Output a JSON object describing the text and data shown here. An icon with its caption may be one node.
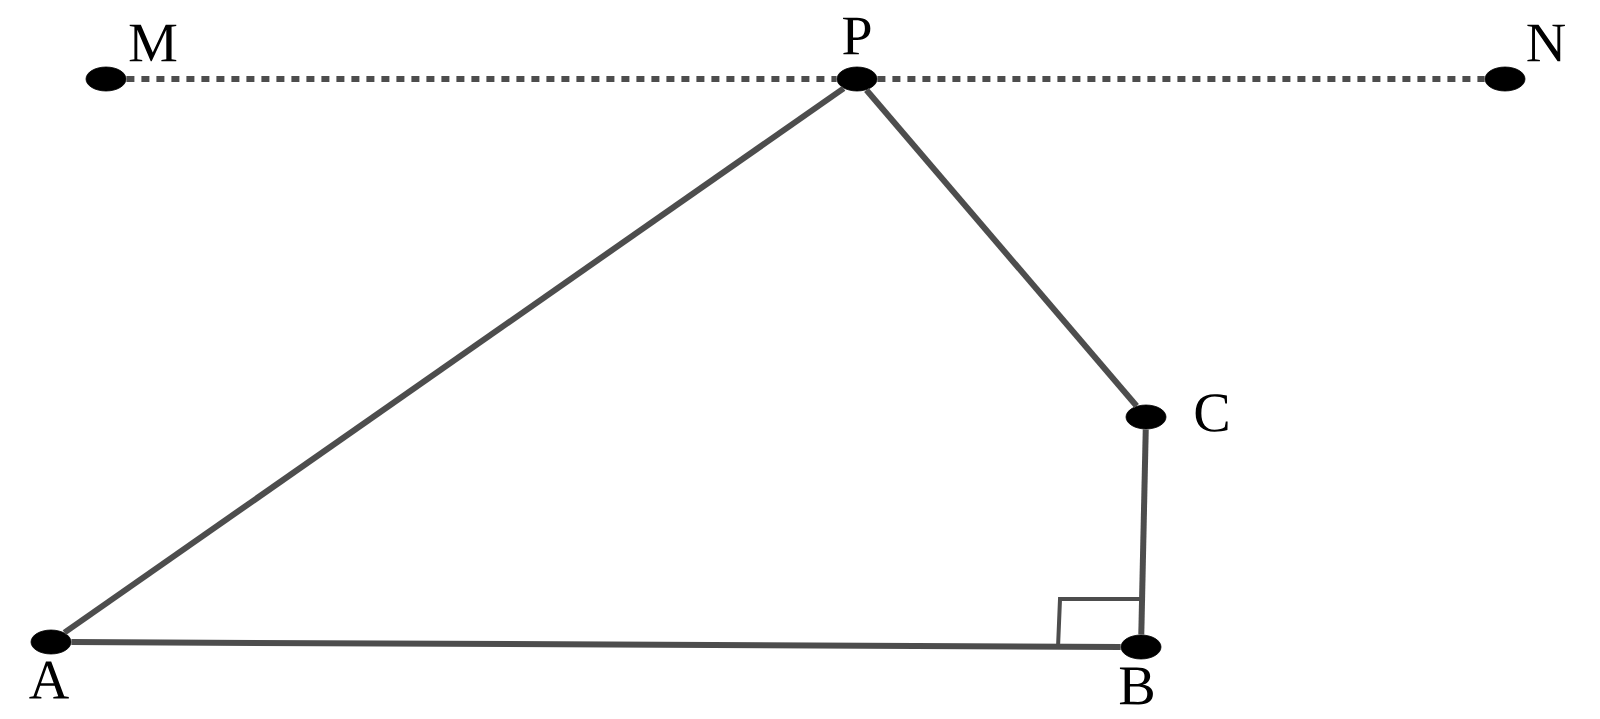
{
  "diagram": {
    "nodes": [
      {
        "text": [],
        "shape": "circle",
        "beside": [
          "M"
        ]
      },
      {
        "text": [],
        "shape": "circle",
        "beside": [
          "P"
        ]
      },
      {
        "text": [],
        "shape": "circle",
        "beside": [
          "N"
        ]
      },
      {
        "text": [],
        "shape": "circle",
        "beside": [
          "C"
        ]
      },
      {
        "text": [],
        "shape": "circle",
        "beside": [
          "A"
        ]
      },
      {
        "text": [],
        "shape": "circle",
        "beside": [
          "B"
        ]
      }
    ],
    "edges": [
      {
        "from": 0,
        "to": 1,
        "arrow": "none",
        "style": "dashed"
      },
      {
        "from": 1,
        "to": 2,
        "arrow": "none",
        "style": "dashed"
      },
      {
        "from": 1,
        "to": 4,
        "arrow": "none"
      },
      {
        "from": 1,
        "to": 3,
        "arrow": "none"
      },
      {
        "from": 3,
        "to": 5,
        "arrow": "none"
      },
      {
        "from": 4,
        "to": 5,
        "arrow": "none"
      }
    ]
  }
}
